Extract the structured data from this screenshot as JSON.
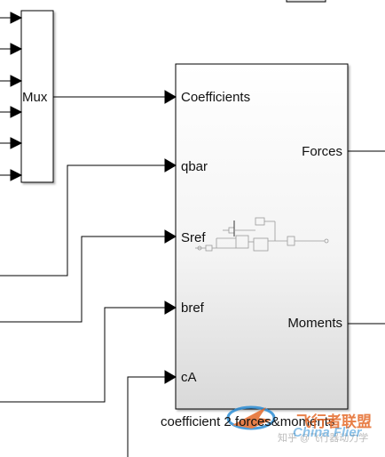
{
  "mux": {
    "label": "Mux"
  },
  "subsystem": {
    "caption": "coefficient 2 forces&moments",
    "inputs": [
      "Coefficients",
      "qbar",
      "Sref",
      "bref",
      "cA"
    ],
    "outputs": [
      "Forces",
      "Moments"
    ]
  },
  "watermark": {
    "brand_cn": "飞行者联盟",
    "brand_en": "China Flier",
    "site_cn": "知乎 @飞行器动力学"
  },
  "colors": {
    "line": "#000000",
    "block_top": "#ffffff",
    "block_bottom": "#dcdcdc",
    "watermark_orange": "#e56a2a",
    "watermark_blue": "#2e8fd6"
  }
}
